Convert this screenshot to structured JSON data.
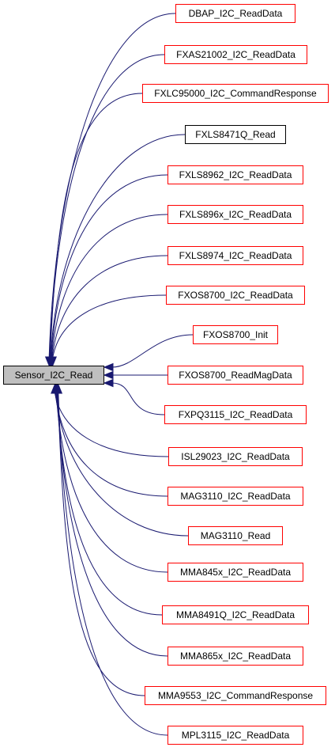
{
  "colors": {
    "edge": "#191970",
    "border_default": "#ff0000",
    "border_black": "#000000",
    "root_fill": "#bfbfbf"
  },
  "root": {
    "label": "Sensor_I2C_Read"
  },
  "callers": [
    {
      "label": "DBAP_I2C_ReadData",
      "border": "red"
    },
    {
      "label": "FXAS21002_I2C_ReadData",
      "border": "red"
    },
    {
      "label": "FXLC95000_I2C_CommandResponse",
      "border": "red"
    },
    {
      "label": "FXLS8471Q_Read",
      "border": "black"
    },
    {
      "label": "FXLS8962_I2C_ReadData",
      "border": "red"
    },
    {
      "label": "FXLS896x_I2C_ReadData",
      "border": "red"
    },
    {
      "label": "FXLS8974_I2C_ReadData",
      "border": "red"
    },
    {
      "label": "FXOS8700_I2C_ReadData",
      "border": "red"
    },
    {
      "label": "FXOS8700_Init",
      "border": "red"
    },
    {
      "label": "FXOS8700_ReadMagData",
      "border": "red"
    },
    {
      "label": "FXPQ3115_I2C_ReadData",
      "border": "red"
    },
    {
      "label": "ISL29023_I2C_ReadData",
      "border": "red"
    },
    {
      "label": "MAG3110_I2C_ReadData",
      "border": "red"
    },
    {
      "label": "MAG3110_Read",
      "border": "red"
    },
    {
      "label": "MMA845x_I2C_ReadData",
      "border": "red"
    },
    {
      "label": "MMA8491Q_I2C_ReadData",
      "border": "red"
    },
    {
      "label": "MMA865x_I2C_ReadData",
      "border": "red"
    },
    {
      "label": "MMA9553_I2C_CommandResponse",
      "border": "red"
    },
    {
      "label": "MPL3115_I2C_ReadData",
      "border": "red"
    }
  ]
}
